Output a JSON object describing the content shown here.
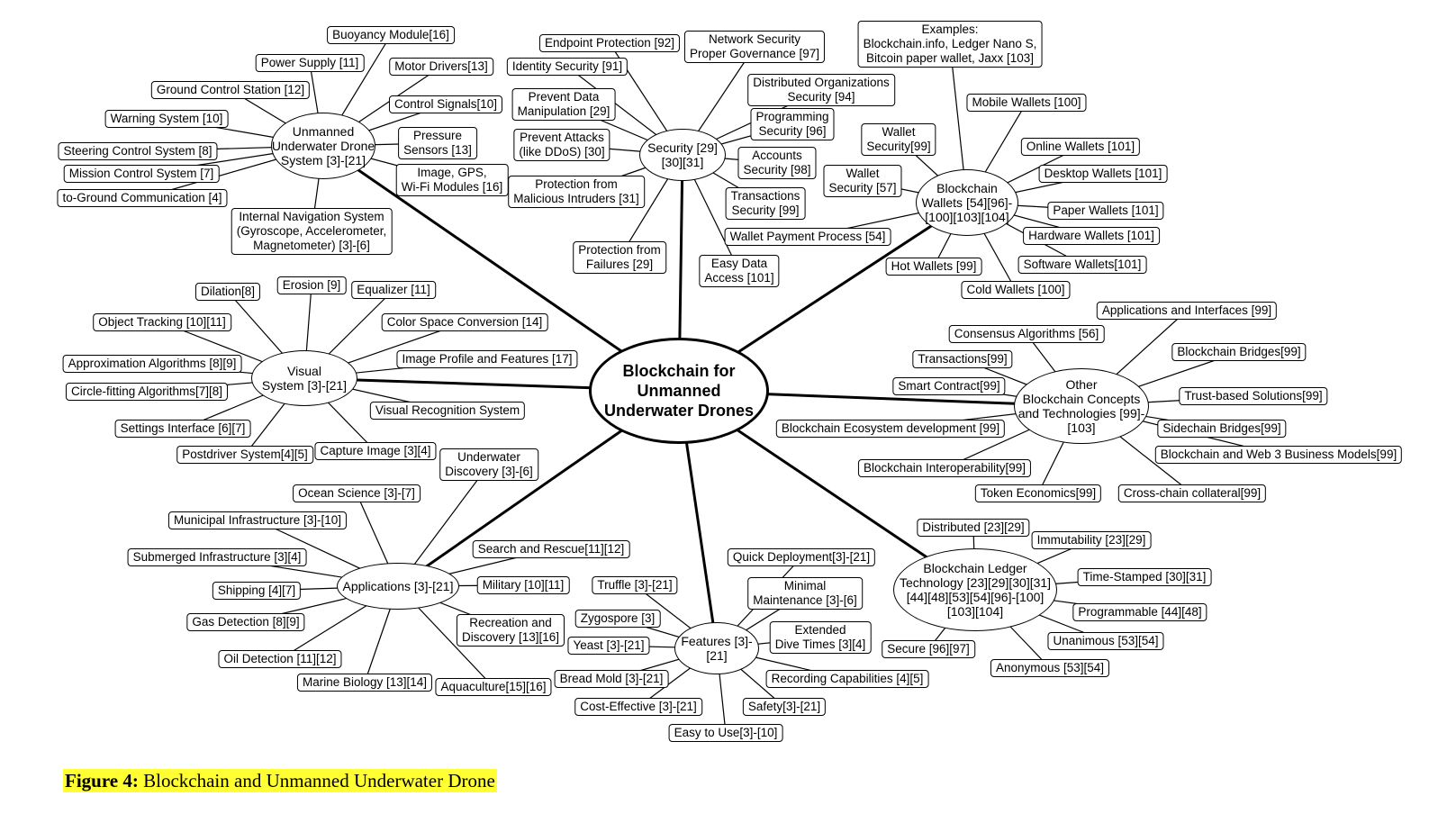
{
  "caption": {
    "label": "Figure 4:",
    "text": "Blockchain and Unmanned Underwater Drone"
  },
  "center": "Blockchain for\nUnmanned\nUnderwater Drones",
  "hubs": [
    {
      "id": "uuv",
      "label": "Unmanned\nUnderwater Drone\nSystem [3]-[21]",
      "children": [
        "Buoyancy Module[16]",
        "Power Supply [11]",
        "Motor Drivers[13]",
        "Ground Control Station [12]",
        "Control Signals[10]",
        "Warning System [10]",
        "Pressure\nSensors [13]",
        "Steering Control System [8]",
        "Mission Control System [7]",
        "Image, GPS,\nWi-Fi Modules [16]",
        "to-Ground Communication [4]",
        "Internal Navigation System\n(Gyroscope, Accelerometer,\nMagnetometer) [3]-[6]"
      ]
    },
    {
      "id": "security",
      "label": "Security [29]\n[30][31]",
      "children": [
        "Endpoint Protection [92]",
        "Network Security\nProper Governance [97]",
        "Identity Security [91]",
        "Distributed Organizations\nSecurity [94]",
        "Prevent Data\nManipulation [29]",
        "Programming\nSecurity [96]",
        "Prevent Attacks\n(like DDoS) [30]",
        "Accounts\nSecurity [98]",
        "Protection from\nMalicious Intruders [31]",
        "Transactions\nSecurity [99]",
        "Protection from\nFailures [29]",
        "Easy Data\nAccess [101]"
      ]
    },
    {
      "id": "wallets",
      "label": "Blockchain\nWallets [54][96]-\n[100][103][104]",
      "children": [
        "Examples:\nBlockchain.info, Ledger Nano S,\nBitcoin paper wallet, Jaxx [103]",
        "Mobile Wallets [100]",
        "Wallet\nSecurity[99]",
        "Online Wallets [101]",
        "Wallet\nSecurity [57]",
        "Desktop Wallets [101]",
        "Paper Wallets [101]",
        "Wallet Payment Process [54]",
        "Hardware Wallets [101]",
        "Hot Wallets [99]",
        "Software Wallets[101]",
        "Cold Wallets [100]"
      ]
    },
    {
      "id": "visual",
      "label": "Visual\nSystem [3]-[21]",
      "children": [
        "Dilation[8]",
        "Erosion [9]",
        "Equalizer [11]",
        "Object Tracking [10][11]",
        "Color Space Conversion [14]",
        "Approximation Algorithms [8][9]",
        "Image Profile and Features [17]",
        "Circle-fitting Algorithms[7][8]",
        "Visual Recognition System",
        "Settings Interface [6][7]",
        "Postdriver System[4][5]",
        "Capture Image [3][4]"
      ]
    },
    {
      "id": "other",
      "label": "Other\nBlockchain Concepts\nand Technologies [99]-\n[103]",
      "children": [
        "Applications and Interfaces [99]",
        "Consensus Algorithms [56]",
        "Blockchain Bridges[99]",
        "Transactions[99]",
        "Smart Contract[99]",
        "Trust-based Solutions[99]",
        "Blockchain Ecosystem development [99]",
        "Sidechain Bridges[99]",
        "Blockchain and Web 3 Business Models[99]",
        "Blockchain Interoperability[99]",
        "Token Economics[99]",
        "Cross-chain collateral[99]"
      ]
    },
    {
      "id": "applications",
      "label": "Applications [3]-[21]",
      "children": [
        "Underwater\nDiscovery [3]-[6]",
        "Ocean Science [3]-[7]",
        "Municipal Infrastructure [3]-[10]",
        "Search and Rescue[11][12]",
        "Submerged Infrastructure [3][4]",
        "Military [10][11]",
        "Shipping [4][7]",
        "Gas Detection [8][9]",
        "Recreation and\nDiscovery [13][16]",
        "Oil Detection [11][12]",
        "Marine Biology [13][14]",
        "Aquaculture[15][16]"
      ]
    },
    {
      "id": "features",
      "label": "Features [3]-\n[21]",
      "children": [
        "Quick Deployment[3]-[21]",
        "Truffle [3]-[21]",
        "Minimal\nMaintenance [3]-[6]",
        "Zygospore [3]",
        "Extended\nDive Times [3][4]",
        "Yeast [3]-[21]",
        "Bread Mold [3]-[21]",
        "Recording Capabilities [4][5]",
        "Cost-Effective [3]-[21]",
        "Safety[3]-[21]",
        "Easy to Use[3]-[10]"
      ]
    },
    {
      "id": "ledger",
      "label": "Blockchain Ledger\nTechnology [23][29][30][31]\n[44][48][53][54][96]-[100]\n[103][104]",
      "children": [
        "Distributed [23][29]",
        "Immutability [23][29]",
        "Time-Stamped [30][31]",
        "Programmable [44][48]",
        "Secure [96][97]",
        "Unanimous [53][54]",
        "Anonymous [53][54]"
      ]
    }
  ]
}
